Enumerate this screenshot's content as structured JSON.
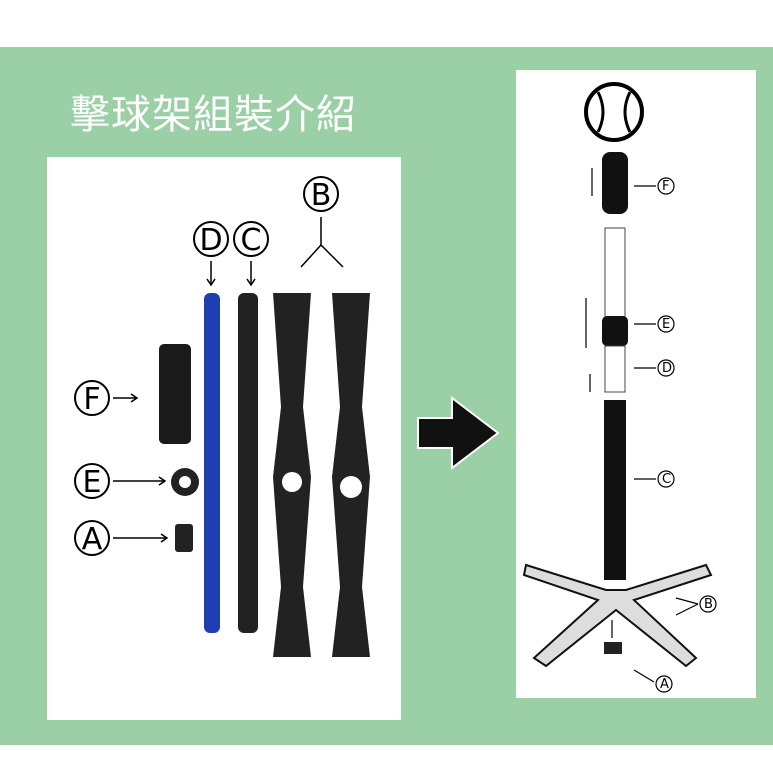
{
  "title": "擊球架組裝介紹",
  "left_labels": {
    "a": "A",
    "b": "B",
    "c": "C",
    "d": "D",
    "e": "E",
    "f": "F"
  },
  "right_labels": {
    "a": "A",
    "b": "B",
    "c": "C",
    "d": "D",
    "e": "E",
    "f": "F"
  },
  "colors": {
    "background": "#9bcfa5",
    "blue_pole": "#1f3fb0",
    "black": "#1a1a1a"
  }
}
